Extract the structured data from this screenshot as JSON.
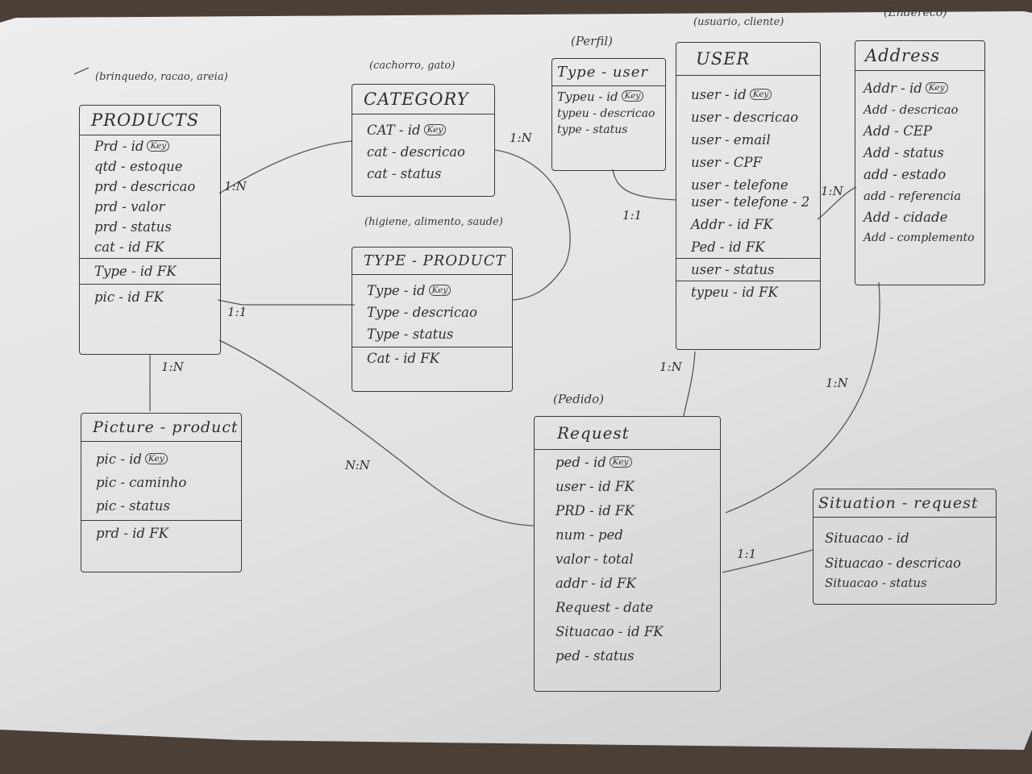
{
  "tables": {
    "products": {
      "title": "PRODUCTS",
      "fields": [
        "Prd - id",
        "qtd - estoque",
        "prd - descricao",
        "prd - valor",
        "prd - status",
        "cat - id FK"
      ],
      "extra_fields": [
        "Type - id FK",
        "pic - id FK"
      ],
      "key_label": "Key"
    },
    "category": {
      "title": "CATEGORY",
      "fields": [
        "CAT - id",
        "cat - descricao",
        "cat - status"
      ],
      "key_label": "Key"
    },
    "type_product": {
      "title": "TYPE - PRODUCT",
      "fields": [
        "Type - id",
        "Type - descricao",
        "Type - status",
        "Cat - id FK"
      ],
      "key_label": "Key"
    },
    "picture_product": {
      "title": "Picture - product",
      "fields": [
        "pic - id",
        "pic - caminho",
        "pic - status"
      ],
      "extra_fields": [
        "prd - id FK"
      ],
      "key_label": "Key"
    },
    "type_user": {
      "title": "Type - user",
      "fields": [
        "Typeu - id",
        "typeu - descricao",
        "type - status"
      ],
      "key_label": "Key"
    },
    "user": {
      "title": "USER",
      "fields": [
        "user - id",
        "user - descricao",
        "user - email",
        "user - CPF",
        "user - telefone",
        "user - telefone - 2",
        "Addr - id FK",
        "Ped - id FK",
        "user - status",
        "typeu - id FK"
      ],
      "key_label": "Key"
    },
    "address": {
      "title": "Address",
      "fields": [
        "Addr - id",
        "Add - descricao",
        "Add - CEP",
        "Add - status",
        "add - estado",
        "add - referencia",
        "Add - cidade",
        "Add - complemento"
      ],
      "key_label": "Key"
    },
    "request": {
      "title": "Request",
      "fields": [
        "ped - id",
        "user - id FK",
        "PRD - id FK",
        "num - ped",
        "valor - total",
        "addr - id FK",
        "Request - date",
        "Situacao - id FK",
        "ped - status"
      ],
      "key_label": "Key"
    },
    "situation_request": {
      "title": "Situation - request",
      "fields": [
        "Situacao - id",
        "Situacao - descricao",
        "Situacao - status"
      ]
    }
  },
  "notes": {
    "products": "(brinquedo, racao, areia)",
    "category": "(cachorro, gato)",
    "type_product": "(higiene, alimento, saude)",
    "type_user": "(Perfil)",
    "user": "(usuario, cliente)",
    "address": "(Endereco)",
    "request": "(Pedido)"
  },
  "cardinalities": {
    "products_category": "1:N",
    "category_typeproduct": "1:N",
    "products_typeproduct": "1:1",
    "products_picture": "1:N",
    "products_request": "N:N",
    "typeuser_user": "1:1",
    "user_address": "1:N",
    "user_request": "1:N",
    "address_request": "1:N",
    "request_situation": "1:1"
  }
}
